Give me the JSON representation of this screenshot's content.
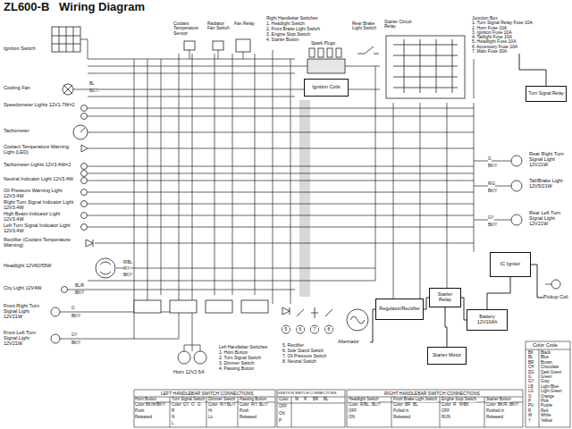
{
  "diagram": {
    "title": "ZL600-B   Wiring Diagram",
    "nodes": [
      {
        "text": [
          "Ignition Switch"
        ]
      },
      {
        "text": [
          "Cooling Fan"
        ]
      },
      {
        "text": [
          "Speedometer Lights 12V1.7W×2"
        ]
      },
      {
        "text": [
          "Tachometer"
        ]
      },
      {
        "text": [
          "Coolant Temperature Warning Light (LED)"
        ]
      },
      {
        "text": [
          "Tachometer Lights 12V3.4W×2"
        ]
      },
      {
        "text": [
          "Neutral Indicator Light 12V3.4W"
        ]
      },
      {
        "text": [
          "Oil Pressure Warning Light 12V3.4W"
        ]
      },
      {
        "text": [
          "Right Turn Signal Indicator Light 12V3.4W"
        ]
      },
      {
        "text": [
          "High Beam Indicator Light 12V3.4W"
        ]
      },
      {
        "text": [
          "Left Turn Signal Indicator Light 12V3.4W"
        ]
      },
      {
        "text": [
          "Rectifier (Coolant Temperature Warning)"
        ]
      },
      {
        "text": [
          "Headlight 12V60/55W"
        ]
      },
      {
        "text": [
          "City Light 12V4W"
        ]
      },
      {
        "text": [
          "Front Right Turn Signal Light 12V21W"
        ]
      },
      {
        "text": [
          "Front Left Turn Signal Light 12V21W"
        ]
      },
      {
        "text": [
          "Horn 12V2.5A"
        ]
      },
      {
        "text": [
          "Coolant Temperature Sensor"
        ]
      },
      {
        "text": [
          "Radiator Fan Switch"
        ]
      },
      {
        "text": [
          "Fan Relay"
        ]
      },
      {
        "text": [
          "Ignition Coils"
        ]
      },
      {
        "text": [
          "Rear Brake Light Switch"
        ]
      },
      {
        "text": [
          "Starter Circuit Relay"
        ]
      },
      {
        "text": [
          "Junction Box",
          "1. Turn Signal Relay Fuse 10A",
          "2. Horn Fuse 10A",
          "3. Ignition Fuse 10A",
          "4. Taillight Fuse 10A",
          "5. Headlight Fuse 10A",
          "6. Accessory Fuse 10A",
          "7. Main Fuse 30A"
        ]
      },
      {
        "text": [
          "Turn Signal Relay"
        ]
      },
      {
        "text": [
          "Rear Right Turn Signal Light 12V21W"
        ]
      },
      {
        "text": [
          "Tail/Brake Light 12V5/21W"
        ]
      },
      {
        "text": [
          "Rear Left Turn Signal Light 12V21W"
        ]
      },
      {
        "text": [
          "Pickup Coil"
        ]
      },
      {
        "text": [
          "IC Igniter"
        ]
      },
      {
        "text": [
          "Battery 12V10Ah"
        ]
      },
      {
        "text": [
          "Starter Relay"
        ]
      },
      {
        "text": [
          "Starter Motor"
        ]
      },
      {
        "text": [
          "Regulator/Rectifier"
        ]
      },
      {
        "text": [
          "Alternator"
        ]
      }
    ],
    "edges": [
      {
        "from": 28,
        "to": 29,
        "arrow": "none"
      },
      {
        "from": 29,
        "to": 30,
        "arrow": "none"
      },
      {
        "from": 34,
        "to": 33,
        "arrow": "none"
      },
      {
        "from": 33,
        "to": 31,
        "arrow": "none"
      },
      {
        "from": 31,
        "to": 30,
        "arrow": "none"
      },
      {
        "from": 31,
        "to": 32,
        "arrow": "none"
      },
      {
        "from": 24,
        "to": 23,
        "arrow": "none"
      }
    ],
    "labels": [
      "Right Handlebar Switches",
      "1. Headlight Switch",
      "2. Front Brake Light Switch",
      "3. Engine Stop Switch",
      "4. Starter Button",
      "Spark Plugs",
      "Left Handlebar Switches",
      "1. Horn Button",
      "2. Turn Signal Switch",
      "3. Dimmer Switch",
      "4. Passing Button",
      "5. Rectifier",
      "6. Side Stand Switch",
      "7. Oil Pressure Switch",
      "8. Neutral Switch",
      "5",
      "6",
      "7",
      "8",
      "LEFT HANDLEBAR SWITCH CONNECTIONS",
      "Horn Button",
      "Turn Signal Switch",
      "Dimmer Switch",
      "Passing Button",
      "Color",
      "BK/W",
      "BK/Y",
      "Push",
      "Released",
      "Color",
      "GY",
      "O",
      "G",
      "R",
      "N",
      "L",
      "Color",
      "R/Y",
      "BL/Y",
      "Hi",
      "Lo",
      "Color",
      "R/Y",
      "BL/Y",
      "Push",
      "Released",
      "IGNITION SWITCH CONNECTIONS",
      "Color",
      "W",
      "R",
      "BR",
      "BL",
      "OFF",
      "ON",
      "P",
      "RIGHT HANDLEBAR SWITCH CONNECTIONS",
      "Headlight Switch",
      "Front Brake Light Switch",
      "Engine Stop Switch",
      "Starter Button",
      "Color",
      "R/BL",
      "BL/Y",
      "OFF",
      "ON",
      "Color",
      "BR",
      "BL",
      "Pulled in",
      "Released",
      "Color",
      "R",
      "R/BK",
      "OFF",
      "RUN",
      "Color",
      "BK/R",
      "BK/Y",
      "Pushed in",
      "Released",
      "Color Code",
      "BK",
      "Black",
      "BL",
      "Blue",
      "BR",
      "Brown",
      "CH",
      "Chocolate",
      "DG",
      "Dark Green",
      "G",
      "Green",
      "GY",
      "Gray",
      "LB",
      "Light Blue",
      "LG",
      "Light Green",
      "O",
      "Orange",
      "P",
      "Pink",
      "PU",
      "Purple",
      "R",
      "Red",
      "W",
      "White",
      "Y",
      "Yellow",
      "G",
      "BK/Y",
      "GY",
      "BK/Y",
      "BL/R",
      "BK/Y",
      "R/BL",
      "R/Y",
      "BK/Y",
      "G",
      "BK/Y",
      "R/G",
      "BK/Y",
      "GY",
      "BK/Y",
      "BL",
      "BK/Y"
    ]
  }
}
